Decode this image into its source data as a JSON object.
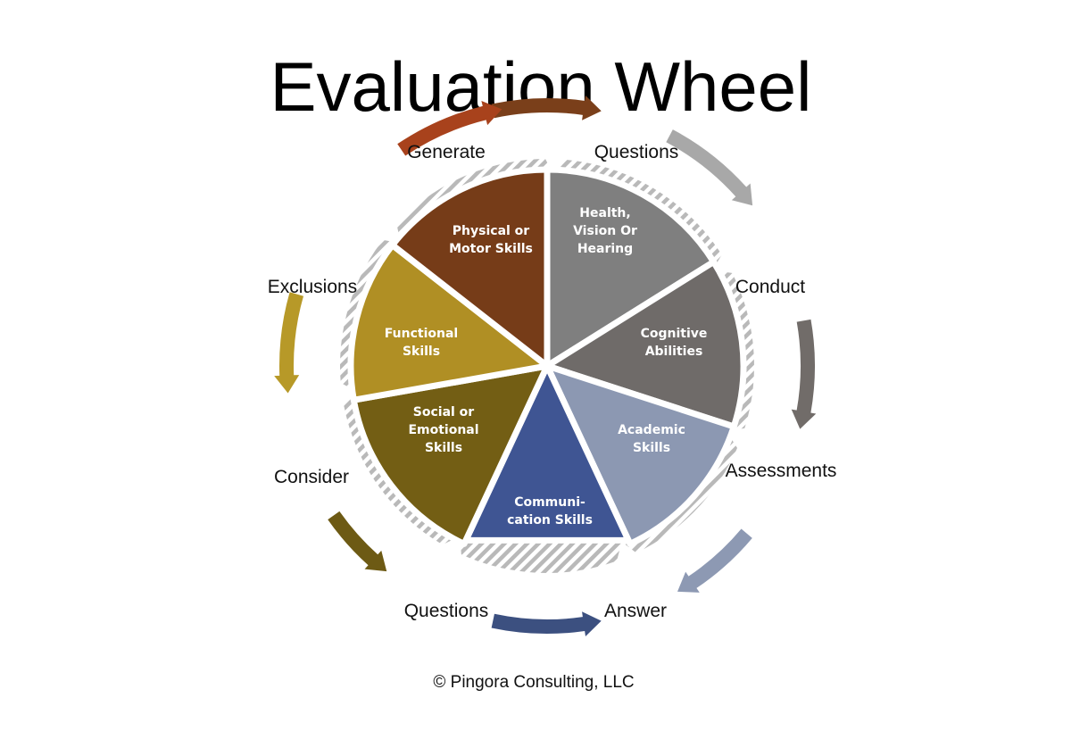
{
  "title": "Evaluation Wheel",
  "segments": [
    {
      "label_lines": [
        "Health,",
        "Vision Or",
        "Hearing"
      ],
      "color": "#7f7f7f"
    },
    {
      "label_lines": [
        "Cognitive",
        "Abilities"
      ],
      "color": "#6f6b69"
    },
    {
      "label_lines": [
        "Academic",
        "Skills"
      ],
      "color": "#8c98b2"
    },
    {
      "label_lines": [
        "Communi-",
        "cation Skills"
      ],
      "color": "#3f5593"
    },
    {
      "label_lines": [
        "Social or",
        "Emotional",
        "Skills"
      ],
      "color": "#735e14"
    },
    {
      "label_lines": [
        "Functional",
        "Skills"
      ],
      "color": "#b08f24"
    },
    {
      "label_lines": [
        "Physical or",
        "Motor Skills"
      ],
      "color": "#763c18"
    }
  ],
  "ring_labels": [
    "Generate",
    "Questions",
    "Conduct",
    "Assessments",
    "Answer",
    "Questions",
    "Consider",
    "Exclusions"
  ],
  "arrows": [
    {
      "name": "top",
      "color": "#7a3f1a"
    },
    {
      "name": "upper-right",
      "color": "#a8a8a8"
    },
    {
      "name": "right",
      "color": "#716c69"
    },
    {
      "name": "lower-right",
      "color": "#8d99b3"
    },
    {
      "name": "bottom",
      "color": "#3c5080"
    },
    {
      "name": "lower-left",
      "color": "#6d5a14"
    },
    {
      "name": "left",
      "color": "#b79928"
    },
    {
      "name": "upper-left",
      "color": "#a8421c"
    }
  ],
  "footer": "© Pingora Consulting, LLC"
}
